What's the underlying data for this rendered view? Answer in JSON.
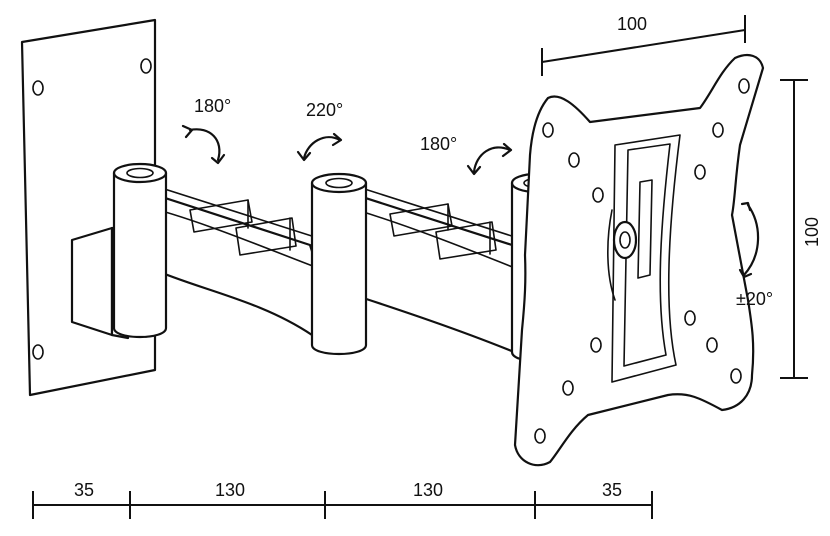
{
  "dimensions": {
    "plate_width": "100",
    "plate_height": "100",
    "segments": [
      "35",
      "130",
      "130",
      "35"
    ]
  },
  "rotations": {
    "wall_joint": "180°",
    "middle_joint": "220°",
    "head_joint": "180°",
    "tilt": "±20°"
  }
}
